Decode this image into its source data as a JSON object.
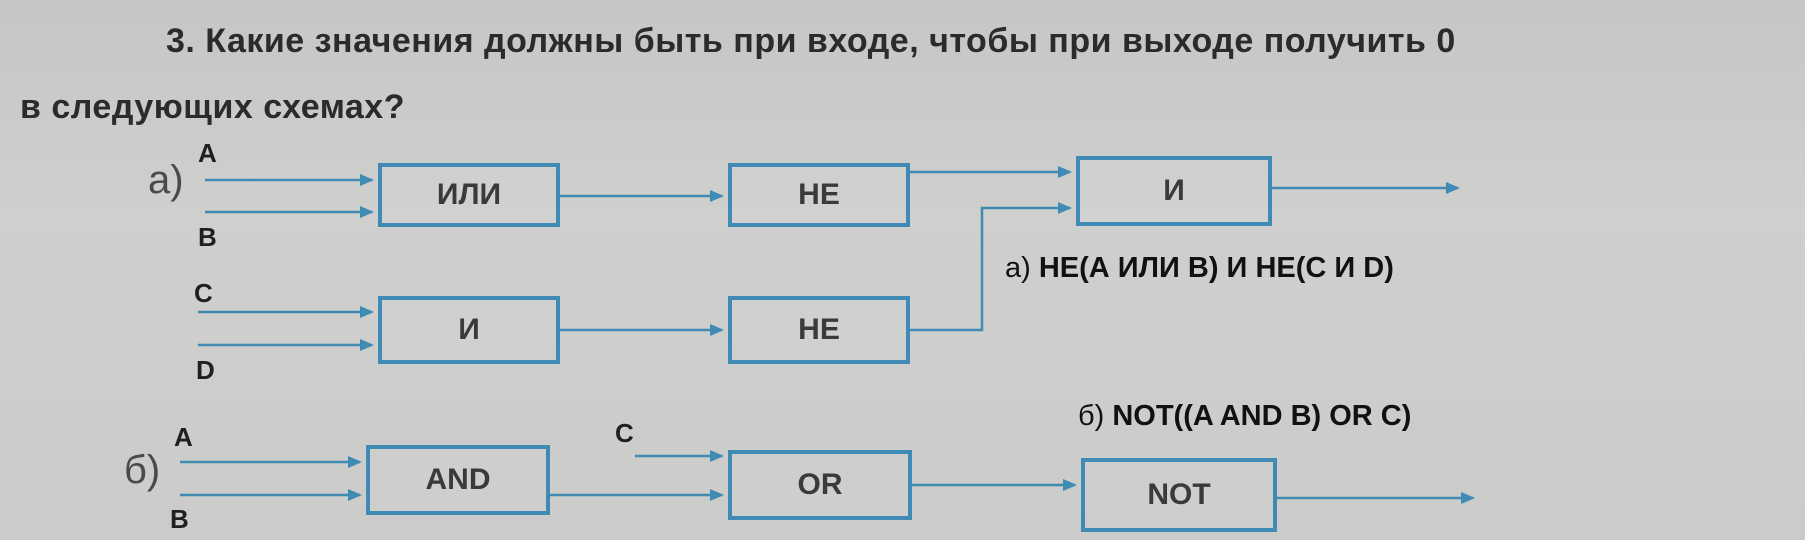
{
  "question": {
    "line1": "3. Какие значения должны быть при входе, чтобы при выходе получить 0",
    "line2": "в следующих схемах?"
  },
  "scheme_a": {
    "part_label": "а)",
    "inputs": [
      "A",
      "B",
      "C",
      "D"
    ],
    "gates": {
      "or1": "ИЛИ",
      "not1": "НЕ",
      "and_final": "И",
      "and2": "И",
      "not2": "НЕ"
    },
    "answer_prefix": "а) ",
    "answer_expr": "НЕ(А ИЛИ В) И НЕ(С И D)"
  },
  "scheme_b": {
    "part_label": "б)",
    "inputs": [
      "A",
      "B",
      "C"
    ],
    "gates": {
      "and": "AND",
      "or": "OR",
      "not": "NOT"
    },
    "answer_prefix": "б) ",
    "answer_expr": "NOT((A AND B) OR C)"
  },
  "colors": {
    "wire": "#3f8bb3",
    "gate_border": "#3f8bb3",
    "text": "#2b2b2e",
    "background": "#cbcbc9"
  }
}
